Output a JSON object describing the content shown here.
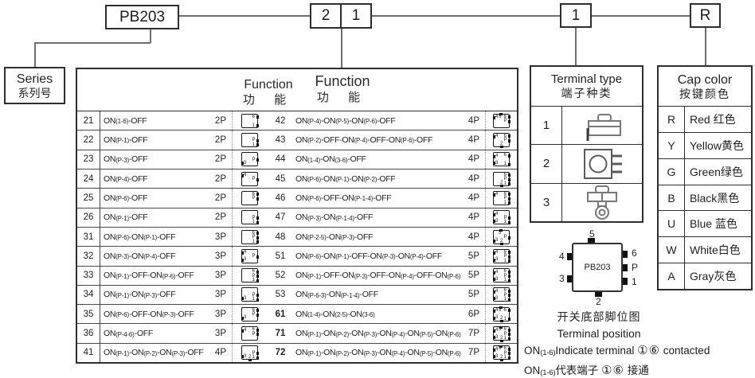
{
  "part_code": {
    "series": "PB203",
    "function_digits": [
      "2",
      "1"
    ],
    "terminal_digit": "1",
    "cap_letter": "R"
  },
  "series_box": {
    "en": "Series",
    "zh": "系列号"
  },
  "function_table": {
    "header_en": "Function",
    "header_zh": "功 能",
    "rows_left": [
      {
        "no": "21",
        "desc": "ON(1-6)-OFF",
        "poles": "2P",
        "pins": [
          "6",
          "1"
        ]
      },
      {
        "no": "22",
        "desc": "ON(P-1)-OFF",
        "poles": "2P",
        "pins": [
          "P",
          "1"
        ]
      },
      {
        "no": "23",
        "desc": "ON(P-3)-OFF",
        "poles": "2P",
        "pins": [
          "3",
          "P"
        ]
      },
      {
        "no": "24",
        "desc": "ON(P-4)-OFF",
        "poles": "2P",
        "pins": [
          "4",
          "P"
        ]
      },
      {
        "no": "25",
        "desc": "ON(P-6)-OFF",
        "poles": "2P",
        "pins": [
          "6",
          "P"
        ]
      },
      {
        "no": "26",
        "desc": "ON(P-1)-OFF",
        "poles": "2P",
        "pins": [
          "P",
          "1"
        ]
      },
      {
        "no": "31",
        "desc": "ON(P-6)-ON(P-1)-OFF",
        "poles": "3P",
        "pins": [
          "6",
          "P",
          "1"
        ]
      },
      {
        "no": "32",
        "desc": "ON(P-3)-ON(P-4)-OFF",
        "poles": "3P",
        "pins": [
          "4",
          "3",
          "P"
        ]
      },
      {
        "no": "33",
        "desc": "ON(P-1)-OFF-ON(P-6)-OFF",
        "poles": "3P",
        "pins": [
          "6",
          "P",
          "1"
        ]
      },
      {
        "no": "34",
        "desc": "ON(P-1)-ON(P-3)-OFF",
        "poles": "3P",
        "pins": [
          "3",
          "P",
          "1"
        ]
      },
      {
        "no": "35",
        "desc": "ON(P-6)-OFF-ON(P-3)-OFF",
        "poles": "3P",
        "pins": [
          "6",
          "P",
          "3"
        ]
      },
      {
        "no": "36",
        "desc": "ON(P-4-6)-OFF",
        "poles": "3P",
        "pins": [
          "4",
          "6",
          "P"
        ]
      },
      {
        "no": "41",
        "desc": "ON(P-1)-ON(P-2)-ON(P-3)-OFF",
        "poles": "4P",
        "pins": [
          "P",
          "3",
          "2",
          "1"
        ]
      }
    ],
    "rows_right": [
      {
        "no": "42",
        "desc": "ON(P-4)-ON(P-5)-ON(P-6)-OFF",
        "poles": "4P",
        "pins": [
          "4",
          "5",
          "6",
          "P"
        ]
      },
      {
        "no": "43",
        "desc": "ON(P-2)-OFF-ON(P-4)-OFF-ON(P-6)-OFF",
        "poles": "4P",
        "pins": [
          "4",
          "6",
          "P",
          "2"
        ]
      },
      {
        "no": "44",
        "desc": "ON(1-4)-ON(3-6)-OFF",
        "poles": "4P",
        "pins": [
          "4",
          "6",
          "3",
          "1"
        ]
      },
      {
        "no": "45",
        "desc": "ON(P-6)-ON(P-1)-ON(P-2)-OFF",
        "poles": "4P",
        "pins": [
          "6",
          "P",
          "2",
          "1"
        ]
      },
      {
        "no": "46",
        "desc": "ON(P-6)-OFF-ON(P-1-4)-OFF",
        "poles": "4P",
        "pins": [
          "4",
          "6",
          "P",
          "1"
        ]
      },
      {
        "no": "47",
        "desc": "ON(P-3)-ON(P-1-4)-OFF",
        "poles": "4P",
        "pins": [
          "4",
          "3",
          "P",
          "1"
        ]
      },
      {
        "no": "48",
        "desc": "ON(P-2-5)-ON(P-3)-OFF",
        "poles": "4P",
        "pins": [
          "5",
          "3",
          "P",
          "2"
        ]
      },
      {
        "no": "51",
        "desc": "ON(P-6)-ON(P-1)-OFF-ON(P-3)-ON(P-4)-OFF",
        "poles": "5P",
        "pins": [
          "4",
          "3",
          "6",
          "P",
          "1"
        ]
      },
      {
        "no": "52",
        "desc": "ON(P-1)-OFF-ON(P-3)-OFF-ON(P-4)-OFF-ON(P-6)-OFF",
        "poles": "5P",
        "pins": [
          "4",
          "3",
          "6",
          "P",
          "1"
        ]
      },
      {
        "no": "53",
        "desc": "ON(P-6-3)-ON(P-1-4)-OFF",
        "poles": "5P",
        "pins": [
          "4",
          "3",
          "6",
          "P",
          "1"
        ]
      },
      {
        "no": "61",
        "desc": "ON(1-4)-ON(2-5)-ON(3-6)",
        "poles": "6P",
        "bold": true,
        "pins": [
          "4",
          "5",
          "6",
          "3",
          "2",
          "1"
        ]
      },
      {
        "no": "71",
        "desc": "ON(P-1)-ON(P-2)-ON(P-3)-ON(P-4)-ON(P-5)-ON(P-6)",
        "poles": "7P",
        "bold": true,
        "pins": [
          "4",
          "5",
          "6",
          "P",
          "3",
          "2",
          "1"
        ]
      },
      {
        "no": "72",
        "desc": "ON(P-1)-ON(P-2)-ON(P-3)-ON(P-4)-ON(P-5)-ON(P-6)-OFF",
        "poles": "7P",
        "bold": true,
        "pins": [
          "4",
          "5",
          "6",
          "P",
          "3",
          "2",
          "1"
        ]
      }
    ]
  },
  "terminal_type": {
    "title_en": "Terminal type",
    "title_zh": "端子种类",
    "rows": [
      {
        "code": "1",
        "icon": "through-hole-terminal-icon"
      },
      {
        "code": "2",
        "icon": "pcb-pin-terminal-icon"
      },
      {
        "code": "3",
        "icon": "solder-lug-terminal-icon"
      }
    ]
  },
  "cap_color": {
    "title_en": "Cap color",
    "title_zh": "按键颜色",
    "rows": [
      {
        "code": "R",
        "label": "Red 红色"
      },
      {
        "code": "Y",
        "label": "Yellow黄色"
      },
      {
        "code": "G",
        "label": "Green绿色"
      },
      {
        "code": "B",
        "label": "Black黑色"
      },
      {
        "code": "U",
        "label": "Blue 蓝色"
      },
      {
        "code": "W",
        "label": "White白色"
      },
      {
        "code": "A",
        "label": "Gray灰色"
      }
    ]
  },
  "pinout": {
    "chip_label": "PB203",
    "pins": {
      "top": [
        "5"
      ],
      "bottom": [
        "2"
      ],
      "left": [
        "4",
        "3"
      ],
      "right": [
        "6",
        "P",
        "1"
      ]
    },
    "caption_zh": "开关底部脚位图",
    "caption_en": "Terminal position"
  },
  "notes": [
    {
      "prefix": "ON",
      "sub": "(1-6)",
      "text": "Indicate terminal ①⑥  contacted"
    },
    {
      "prefix": "ON",
      "sub": "(1-6)",
      "text": "代表端子  ①⑥  接通"
    }
  ]
}
